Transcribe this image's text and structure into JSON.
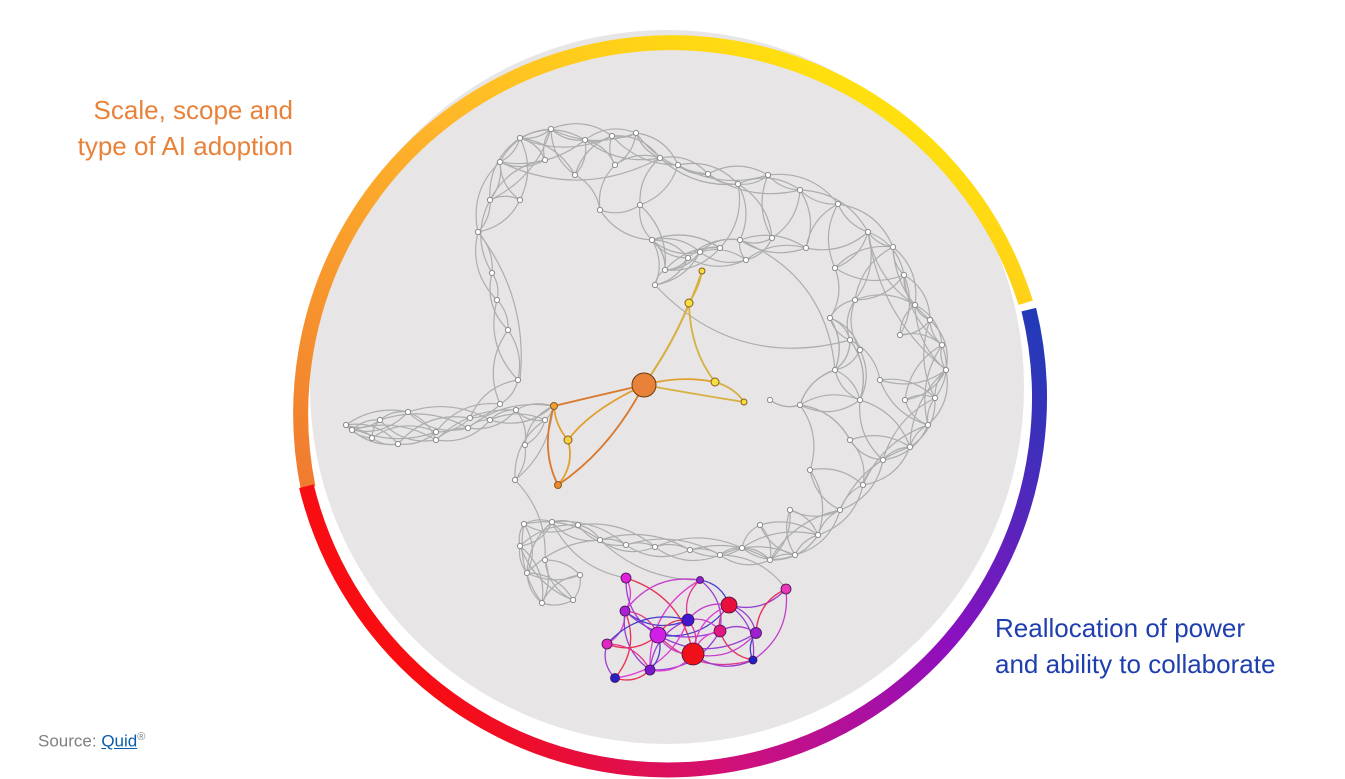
{
  "labels": {
    "top_left": {
      "lines": [
        "Scale, scope and",
        "type of AI adoption"
      ],
      "color": "#E8823A"
    },
    "bottom_right": {
      "lines": [
        "Reallocation of power",
        "and ability to collaborate"
      ],
      "color": "#1F3FAE"
    }
  },
  "source": {
    "prefix": "Source: ",
    "link_text": "Quid",
    "mark": "®"
  },
  "colors": {
    "background_disc": "#E7E5E6",
    "edge_gray": "#A9A9A9",
    "node_gray": "#A0A0A0",
    "ring_orange": "#F08A2E",
    "ring_yellow": "#FFF000",
    "ring_blue": "#1E3CB8",
    "ring_purple": "#9A0FC0",
    "ring_magenta": "#D0106A",
    "ring_red": "#F20D1A",
    "highlight_orange": "#E8823A",
    "highlight_yellow": "#F2D13A",
    "cluster_magenta": "#E020D0",
    "cluster_red": "#E8102A",
    "cluster_purple": "#9020D0",
    "cluster_blue": "#2A20C8"
  }
}
